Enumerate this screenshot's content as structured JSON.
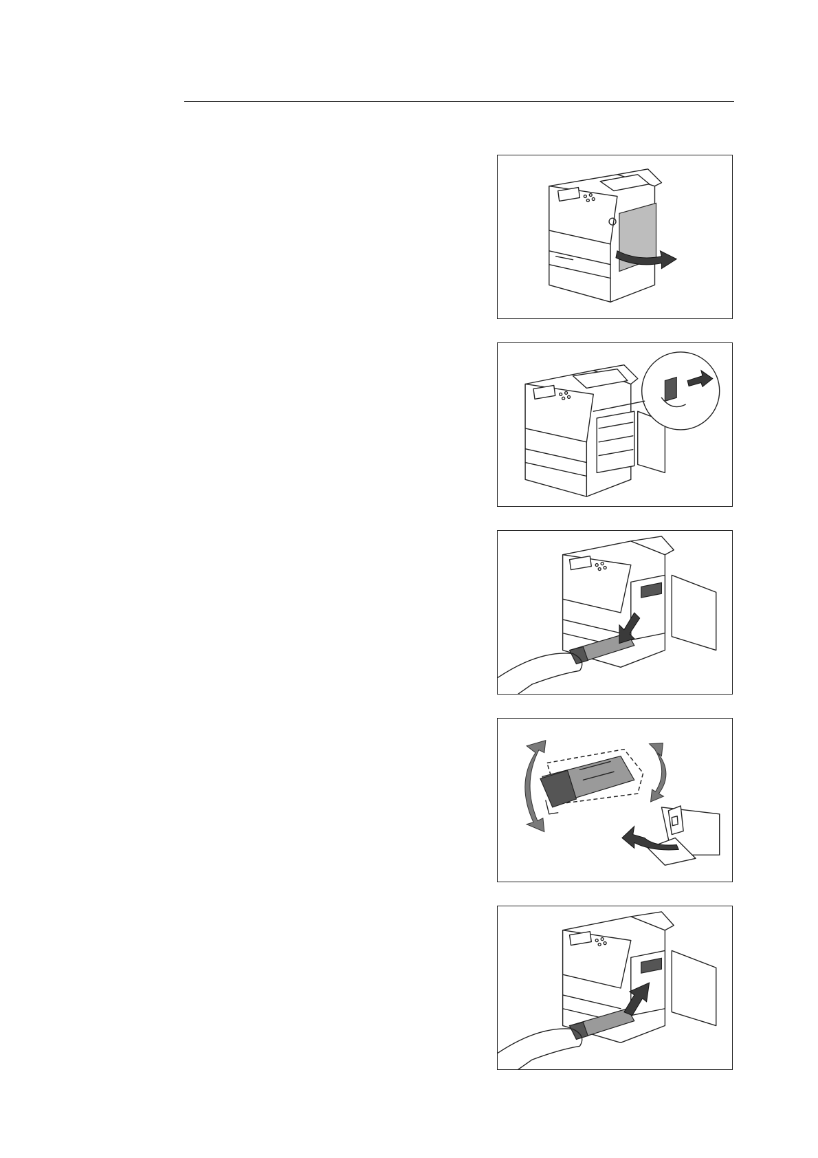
{
  "page": {
    "figures": [
      {
        "id": "fig1",
        "icon": "open-front-side-door"
      },
      {
        "id": "fig2",
        "icon": "release-toner-lever"
      },
      {
        "id": "fig3",
        "icon": "remove-toner-cartridge"
      },
      {
        "id": "fig4",
        "icon": "shake-new-toner-cartridge"
      },
      {
        "id": "fig5",
        "icon": "insert-toner-cartridge"
      }
    ]
  }
}
